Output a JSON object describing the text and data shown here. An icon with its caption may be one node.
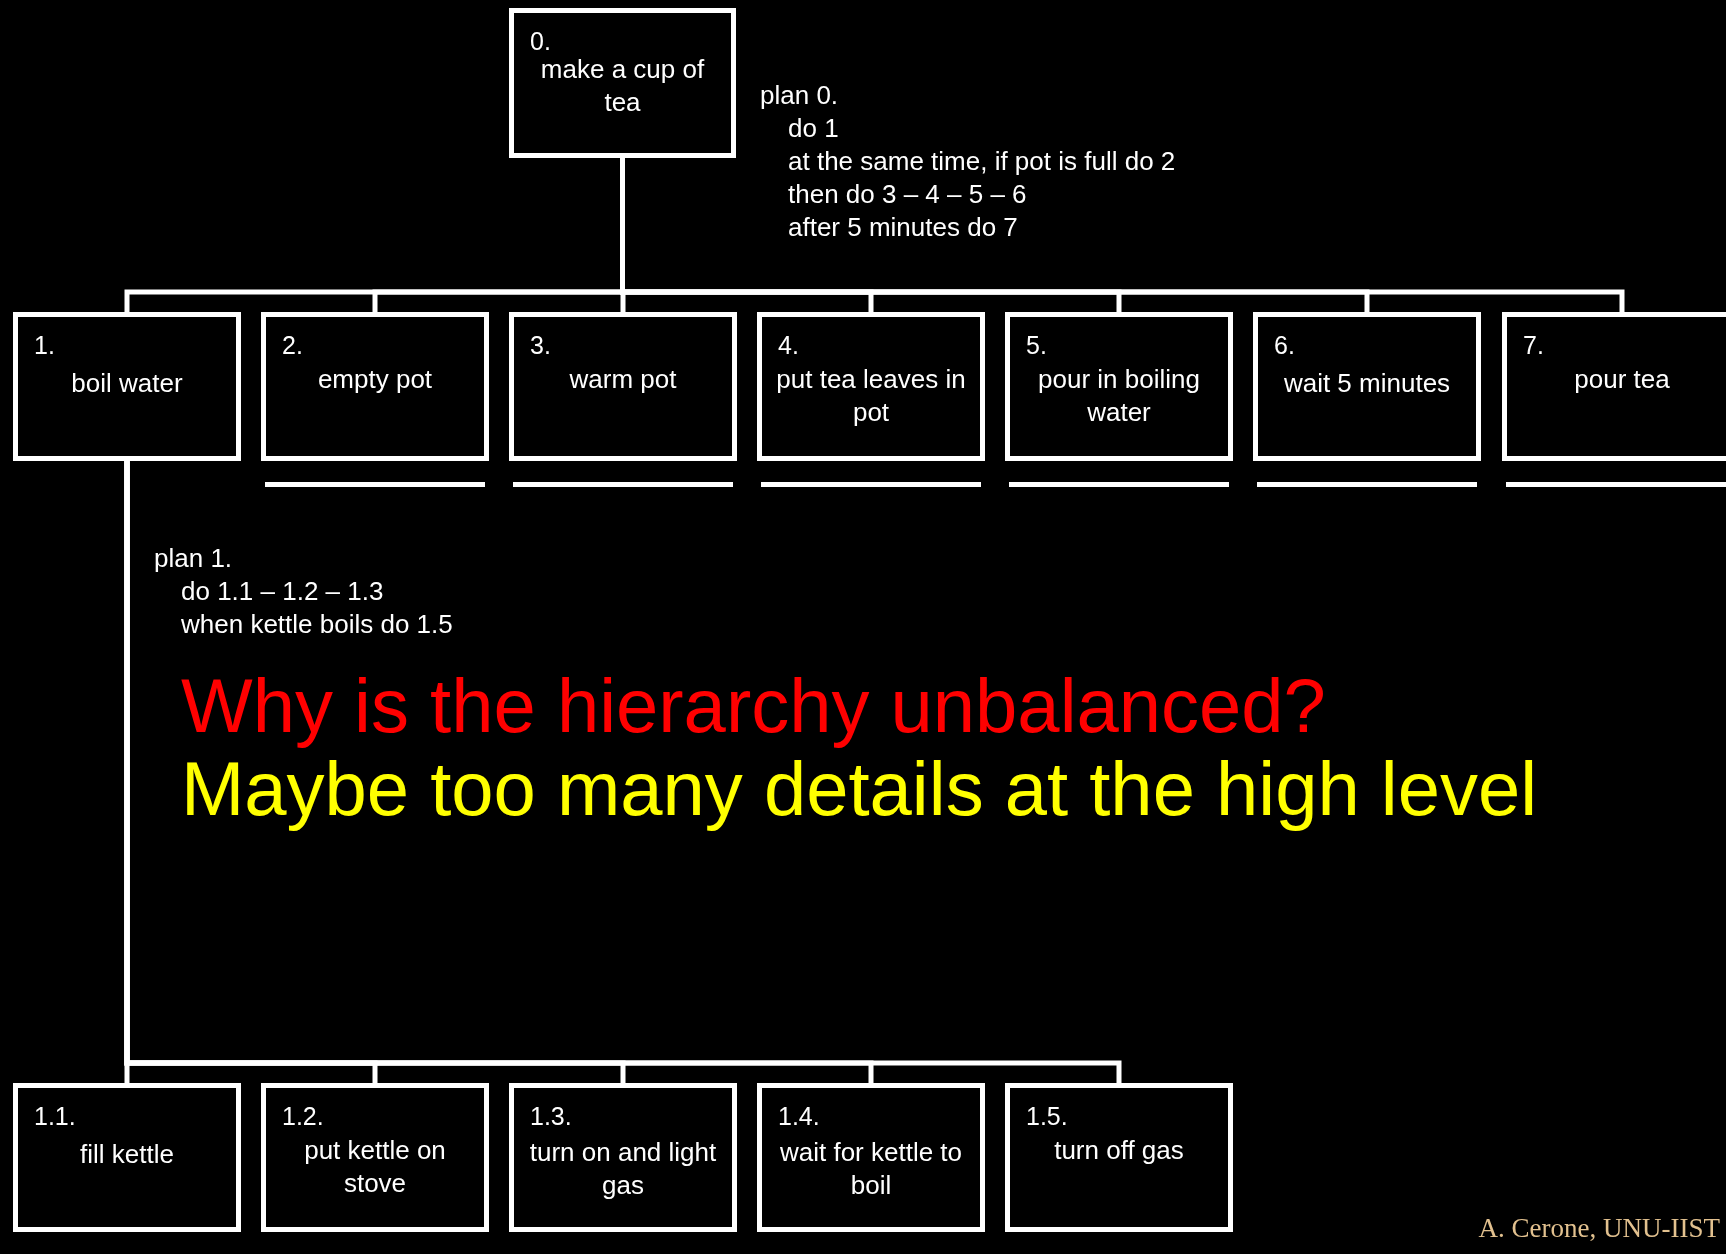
{
  "diagram": {
    "nodes": [
      {
        "text": [
          "0.",
          "make a cup of tea"
        ]
      },
      {
        "text": [
          "1.",
          "boil water"
        ]
      },
      {
        "text": [
          "2.",
          "empty pot"
        ]
      },
      {
        "text": [
          "3.",
          "warm pot"
        ]
      },
      {
        "text": [
          "4.",
          "put tea leaves in pot"
        ]
      },
      {
        "text": [
          "5.",
          "pour in boiling water"
        ]
      },
      {
        "text": [
          "6.",
          "wait 5 minutes"
        ]
      },
      {
        "text": [
          "7.",
          "pour tea"
        ]
      },
      {
        "text": [
          "1.1.",
          "fill kettle"
        ]
      },
      {
        "text": [
          "1.2.",
          "put kettle on stove"
        ]
      },
      {
        "text": [
          "1.3.",
          "turn on and light gas"
        ]
      },
      {
        "text": [
          "1.4.",
          "wait for kettle to boil"
        ]
      },
      {
        "text": [
          "1.5.",
          "turn off gas"
        ]
      }
    ],
    "edges": [
      {
        "from": 0,
        "to": 1,
        "arrow": "none"
      },
      {
        "from": 0,
        "to": 2,
        "arrow": "none"
      },
      {
        "from": 0,
        "to": 3,
        "arrow": "none"
      },
      {
        "from": 0,
        "to": 4,
        "arrow": "none"
      },
      {
        "from": 0,
        "to": 5,
        "arrow": "none"
      },
      {
        "from": 0,
        "to": 6,
        "arrow": "none"
      },
      {
        "from": 0,
        "to": 7,
        "arrow": "none"
      },
      {
        "from": 1,
        "to": 8,
        "arrow": "none"
      },
      {
        "from": 1,
        "to": 9,
        "arrow": "none"
      },
      {
        "from": 1,
        "to": 10,
        "arrow": "none"
      },
      {
        "from": 1,
        "to": 11,
        "arrow": "none"
      },
      {
        "from": 1,
        "to": 12,
        "arrow": "none"
      }
    ],
    "labels": [
      "plan 0.",
      "do 1",
      "at the same time, if pot is full do 2",
      "then do 3 – 4 – 5 – 6",
      "after 5 minutes do 7",
      "plan 1.",
      "do 1.1 – 1.2 – 1.3",
      "when kettle boils do 1.5",
      "Why is the hierarchy unbalanced?",
      "Maybe too many details at the high level",
      "A. Cerone, UNU-IIST"
    ]
  }
}
